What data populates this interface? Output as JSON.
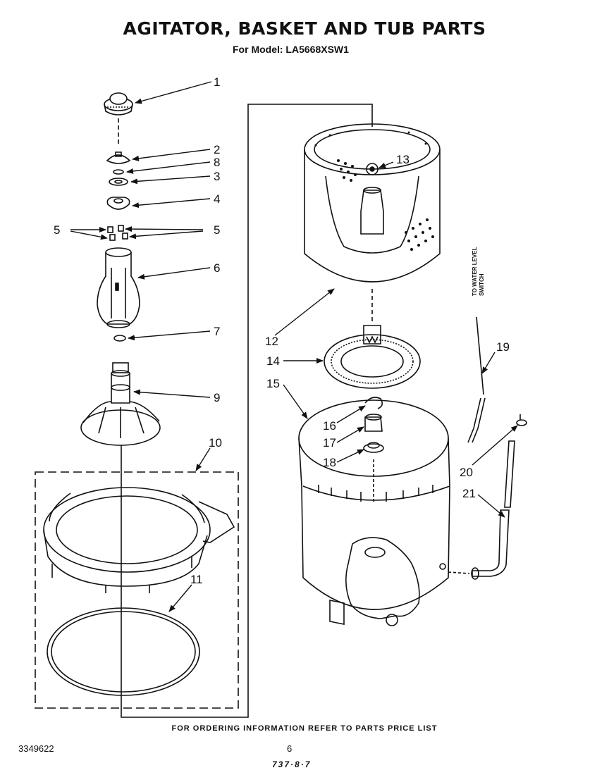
{
  "header": {
    "title": "AGITATOR, BASKET AND TUB PARTS",
    "model": "For Model: LA5668XSW1"
  },
  "callouts": {
    "c1": "1",
    "c2": "2",
    "c8": "8",
    "c3": "3",
    "c4": "4",
    "c5l": "5",
    "c5r": "5",
    "c6": "6",
    "c7": "7",
    "c9": "9",
    "c10": "10",
    "c11": "11",
    "c12": "12",
    "c13": "13",
    "c14": "14",
    "c15": "15",
    "c16": "16",
    "c17": "17",
    "c18": "18",
    "c19": "19",
    "c20": "20",
    "c21": "21"
  },
  "side_label": {
    "line1": "TO WATER LEVEL",
    "line2": "SWITCH"
  },
  "footer": {
    "ordering_note": "FOR ORDERING INFORMATION REFER TO PARTS PRICE LIST",
    "doc_number": "3349622",
    "page": "6",
    "stamp": "737·8·7"
  }
}
